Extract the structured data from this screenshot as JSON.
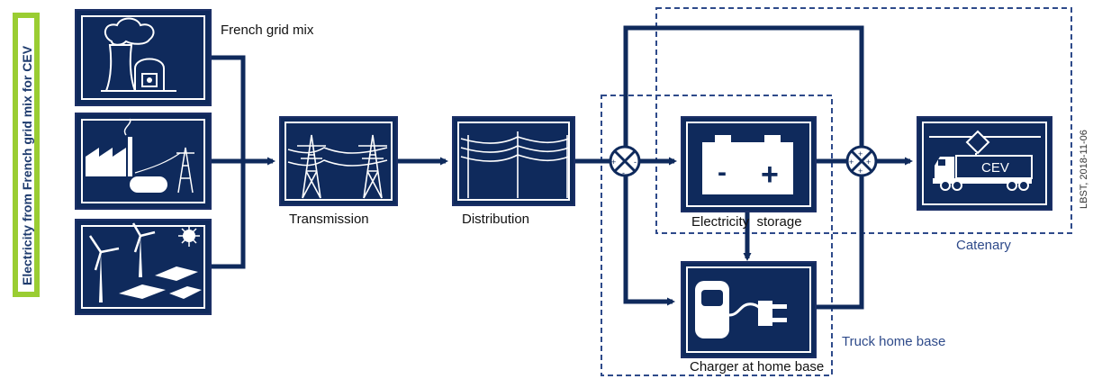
{
  "side_label": "Electricity from French grid mix for CEV",
  "date_stamp": "LBST, 2018-11-06",
  "nodes": {
    "grid": "French grid mix",
    "transmission": "Transmission",
    "distribution": "Distribution",
    "storage": "Electricity  storage",
    "charger": "Charger at home base",
    "vehicle": "CEV"
  },
  "groups": {
    "catenary": "Catenary",
    "home_base": "Truck home base"
  },
  "battery_signs": {
    "minus": "-",
    "plus": "+"
  },
  "icons": [
    "nuclear-plant-icon",
    "industry-icon",
    "wind-solar-icon",
    "pylon-icon",
    "power-line-icon",
    "battery-icon",
    "charger-plug-icon",
    "truck-icon",
    "junction-icon"
  ],
  "colors": {
    "navy": "#0f2a5c",
    "box_border": "#1b2f66",
    "dashed": "#2e4a8a",
    "side_bar": "#9acd32"
  }
}
